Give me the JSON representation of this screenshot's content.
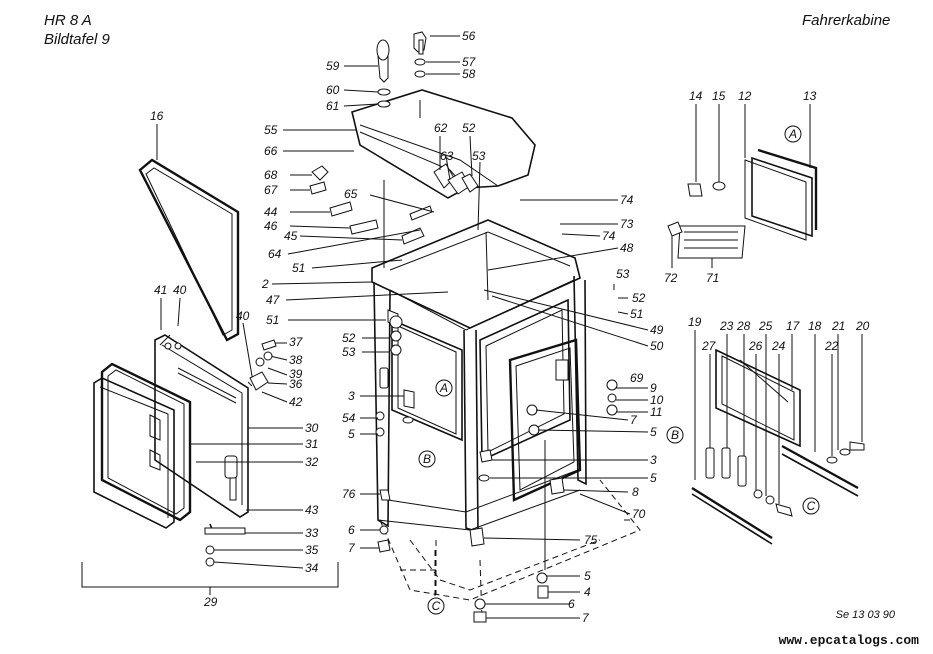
{
  "header": {
    "model": "HR 8 A",
    "plate": "Bildtafel 9",
    "section": "Fahrerkabine"
  },
  "footer": {
    "ref": "Se 13 03 90",
    "watermark": "www.epcatalogs.com"
  },
  "callouts": [
    "A",
    "B",
    "C"
  ],
  "part_numbers": {
    "p2": "2",
    "p3": "3",
    "p4": "4",
    "p5": "5",
    "p6": "6",
    "p7": "7",
    "p8": "8",
    "p9": "9",
    "p10": "10",
    "p11": "11",
    "p12": "12",
    "p13": "13",
    "p14": "14",
    "p15": "15",
    "p16": "16",
    "p17": "17",
    "p18": "18",
    "p19": "19",
    "p20": "20",
    "p21": "21",
    "p22": "22",
    "p23": "23",
    "p24": "24",
    "p25": "25",
    "p26": "26",
    "p27": "27",
    "p28": "28",
    "p29": "29",
    "p30": "30",
    "p31": "31",
    "p32": "32",
    "p33": "33",
    "p34": "34",
    "p35": "35",
    "p36": "36",
    "p37": "37",
    "p38": "38",
    "p39": "39",
    "p40": "40",
    "p41": "41",
    "p42": "42",
    "p43": "43",
    "p44": "44",
    "p45": "45",
    "p46": "46",
    "p47": "47",
    "p48": "48",
    "p49": "49",
    "p50": "50",
    "p51": "51",
    "p52": "52",
    "p53": "53",
    "p54": "54",
    "p55": "55",
    "p56": "56",
    "p57": "57",
    "p58": "58",
    "p59": "59",
    "p60": "60",
    "p61": "61",
    "p62": "62",
    "p63": "63",
    "p64": "64",
    "p65": "65",
    "p66": "66",
    "p67": "67",
    "p68": "68",
    "p69": "69",
    "p70": "70",
    "p71": "71",
    "p72": "72",
    "p73": "73",
    "p74": "74",
    "p75": "75",
    "p76": "76"
  }
}
